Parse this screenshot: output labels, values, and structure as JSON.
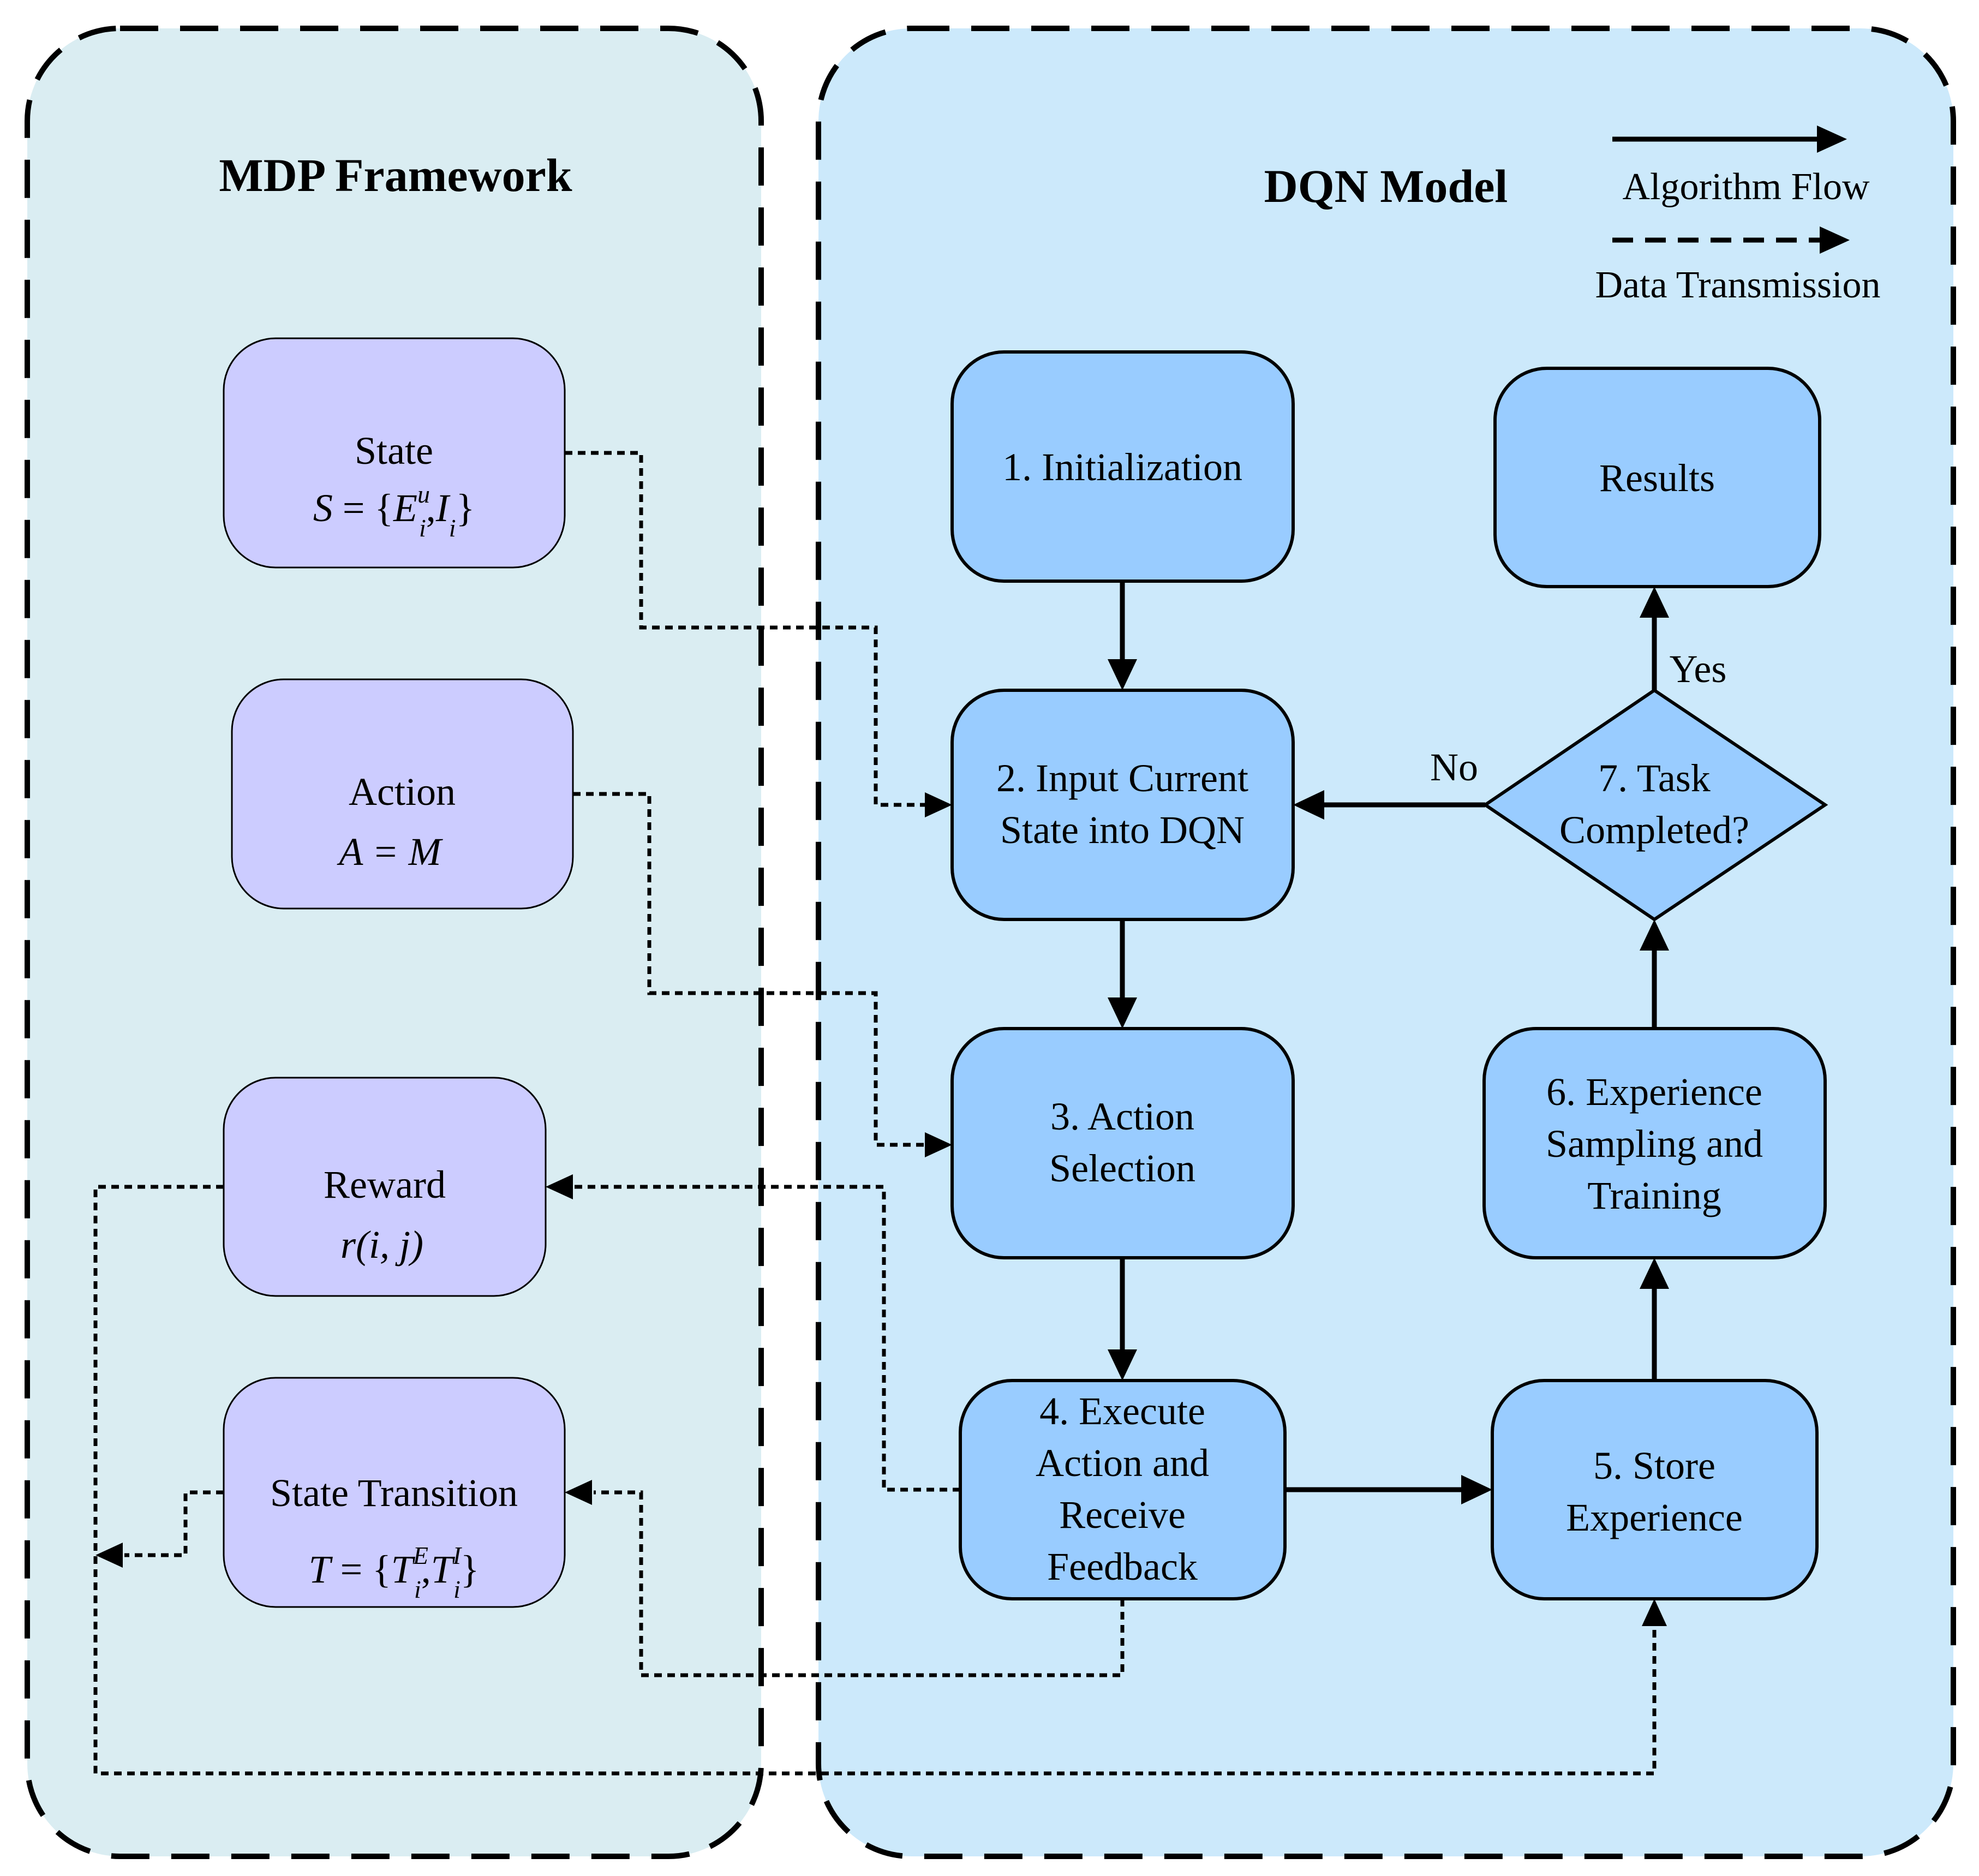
{
  "panels": {
    "mdp": {
      "title": "MDP Framework"
    },
    "dqn": {
      "title": "DQN Model"
    }
  },
  "legend": {
    "solid_label": "Algorithm Flow",
    "dashed_label": "Data Transmission"
  },
  "mdp_nodes": {
    "state": {
      "label": "State",
      "formula_lhs": "S",
      "formula_E": "E",
      "formula_E_sup": "u",
      "formula_E_sub": "i",
      "formula_I": "I",
      "formula_I_sub": "i"
    },
    "action": {
      "label": "Action",
      "formula": "A = M"
    },
    "reward": {
      "label": "Reward",
      "formula": "r(i, j)"
    },
    "transition": {
      "label": "State Transition",
      "formula_lhs": "T",
      "formula_T1_sup": "E",
      "formula_T2_sup": "I",
      "formula_sub": "i"
    }
  },
  "dqn_nodes": {
    "n1": {
      "lines": [
        "1. Initialization"
      ]
    },
    "n2": {
      "lines": [
        "2. Input Current",
        "State into DQN"
      ]
    },
    "n3": {
      "lines": [
        "3. Action",
        "Selection"
      ]
    },
    "n4": {
      "lines": [
        "4. Execute",
        "Action and",
        "Receive",
        "Feedback"
      ]
    },
    "n5": {
      "lines": [
        "5. Store",
        "Experience"
      ]
    },
    "n6": {
      "lines": [
        "6. Experience",
        "Sampling and",
        "Training"
      ]
    },
    "n7": {
      "lines": [
        "7. Task",
        "Completed?"
      ]
    },
    "results": {
      "lines": [
        "Results"
      ]
    }
  },
  "edge_labels": {
    "yes": "Yes",
    "no": "No"
  },
  "colors": {
    "mdp_panel": "#daedf2",
    "dqn_panel": "#cce9fb",
    "mdp_node": "#ccccff",
    "dqn_node": "#99ccff",
    "stroke": "#000000"
  }
}
